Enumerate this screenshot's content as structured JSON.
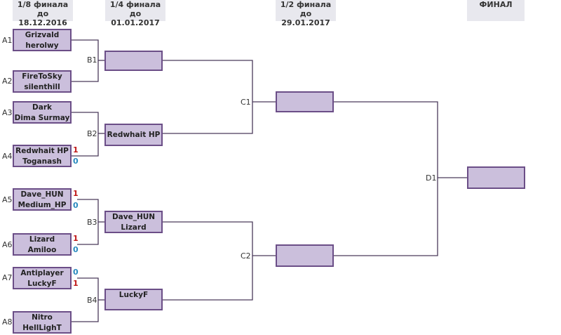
{
  "rounds": [
    {
      "title": "1/8 финала",
      "date": "до 18.12.2016"
    },
    {
      "title": "1/4 финала",
      "date": "до 01.01.2017"
    },
    {
      "title": "1/2 финала",
      "date": "до 29.01.2017"
    },
    {
      "title": "ФИНАЛ",
      "date": ""
    }
  ],
  "slots": {
    "A1": "A1",
    "A2": "A2",
    "A3": "A3",
    "A4": "A4",
    "A5": "A5",
    "A6": "A6",
    "A7": "A7",
    "A8": "A8",
    "B1": "B1",
    "B2": "B2",
    "B3": "B3",
    "B4": "B4",
    "C1": "C1",
    "C2": "C2",
    "D1": "D1"
  },
  "matches": {
    "A1": {
      "p1": "Grizvald",
      "p2": "herolwy"
    },
    "A2": {
      "p1": "FireToSky",
      "p2": "silenthill"
    },
    "A3": {
      "p1": "Dark",
      "p2": "Dima Surmay"
    },
    "A4": {
      "p1": "Redwhait HP",
      "p2": "Toganash",
      "s1": "1",
      "s2": "0"
    },
    "A5": {
      "p1": "Dave_HUN",
      "p2": "Medium_HP",
      "s1": "1",
      "s2": "0"
    },
    "A6": {
      "p1": "Lizard",
      "p2": "Amiloo",
      "s1": "1",
      "s2": "0"
    },
    "A7": {
      "p1": "Antiplayer",
      "p2": "LuckyF",
      "s1": "0",
      "s2": "1"
    },
    "A8": {
      "p1": "Nitro",
      "p2": "HellLighT"
    },
    "B1": {
      "p1": ""
    },
    "B2": {
      "p1": "Redwhait HP"
    },
    "B3": {
      "p1": "Dave_HUN",
      "p2": "Lizard"
    },
    "B4": {
      "p1": "LuckyF"
    },
    "C1": {
      "p1": ""
    },
    "C2": {
      "p1": ""
    },
    "D1": {
      "p1": ""
    }
  },
  "colors": {
    "box_fill": "#cbbfdc",
    "box_border": "#6b4e87",
    "line": "#4a3a5a",
    "win_score": "#c01818",
    "lose_score": "#2a8bc0",
    "header_bg": "#e8e8ee"
  }
}
